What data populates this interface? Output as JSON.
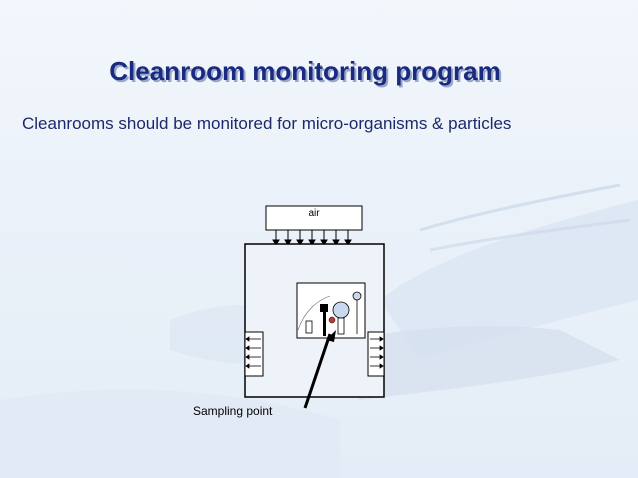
{
  "slide": {
    "title": "Cleanroom monitoring program",
    "subtitle": "Cleanrooms should be monitored for micro-organisms & particles"
  },
  "diagram": {
    "air_label": "air",
    "sampling_label": "Sampling point"
  }
}
